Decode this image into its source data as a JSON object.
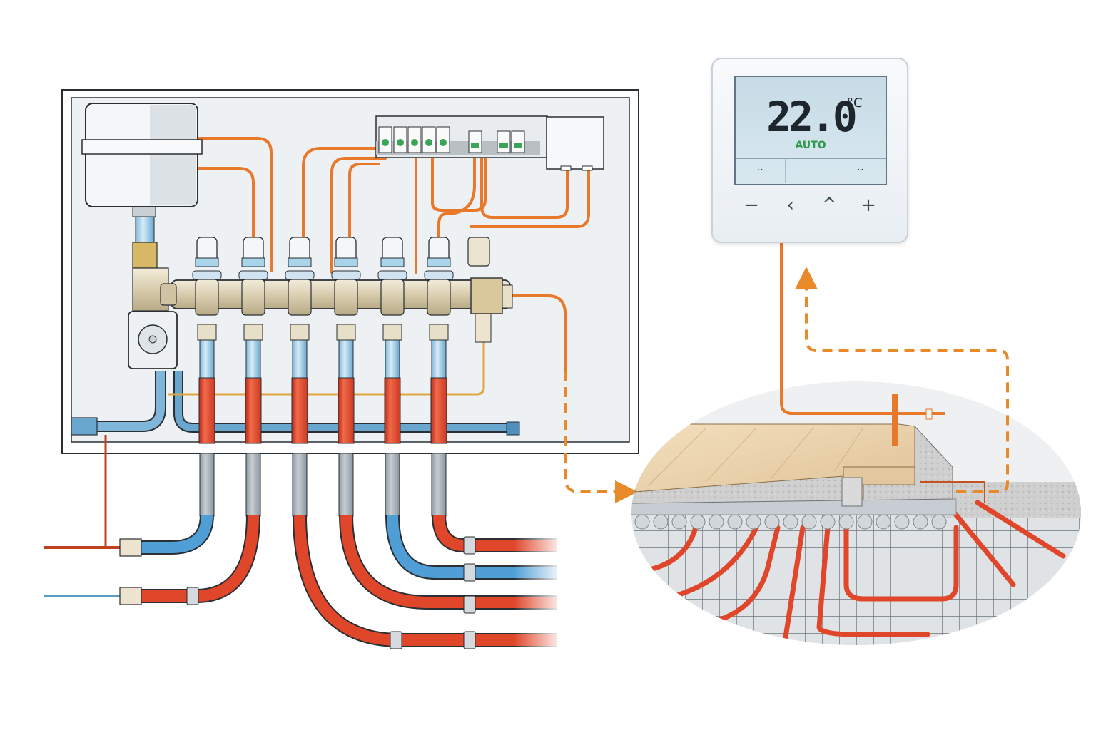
{
  "diagram": {
    "subject": "Underfloor heating system",
    "components": {
      "cabinet": "manifold cabinet",
      "expansion_vessel": "expansion vessel",
      "pump": "circulation pump",
      "manifold": "distribution manifold",
      "actuator_count": 6,
      "loop_count": 6,
      "wiring_centre": "wiring centre",
      "junction_box": "junction box",
      "floor_section": "floor cross-section",
      "floor_sensor": "floor sensor"
    },
    "colors": {
      "hot_pipe": "#e0462a",
      "cold_pipe": "#4f9fd6",
      "wiring": "#e8782a",
      "signal_dashed": "#e8892a",
      "wood": "#e8cfa6",
      "screed": "#c9c9c9",
      "panel_border": "#2a2f33",
      "display_green": "#2f9a4d"
    }
  },
  "thermostat": {
    "temperature": "22.0",
    "unit": "°C",
    "mode": "AUTO",
    "softkeys": [
      "··",
      "",
      "··"
    ],
    "buttons": {
      "minus": "−",
      "back": "‹",
      "up": "^",
      "plus": "+"
    }
  }
}
